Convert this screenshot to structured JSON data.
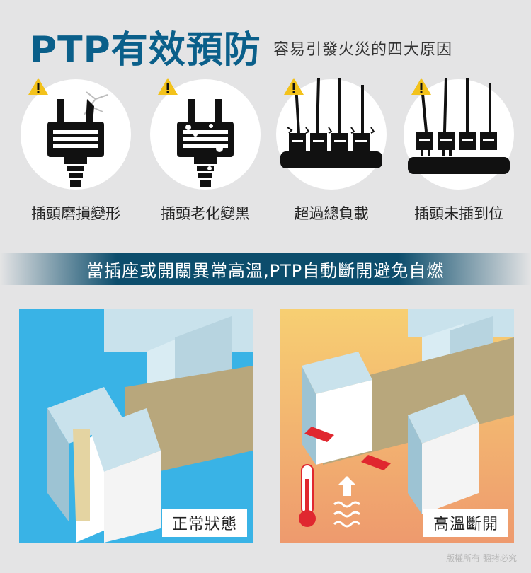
{
  "header": {
    "title": "PTP有效預防",
    "subtitle": "容易引發火災的四大原因"
  },
  "causes": [
    {
      "label": "插頭磨損變形",
      "icon": "plug-cracked-icon"
    },
    {
      "label": "插頭老化變黑",
      "icon": "plug-blackened-icon"
    },
    {
      "label": "超過總負載",
      "icon": "power-strip-overload-icon"
    },
    {
      "label": "插頭未插到位",
      "icon": "plug-loose-icon"
    }
  ],
  "banner": {
    "text": "當插座或開關異常高溫,PTP自動斷開避免自燃"
  },
  "panels": [
    {
      "label": "正常狀態",
      "bg": "#39b3e6"
    },
    {
      "label": "高溫斷開",
      "bg_top": "#f7cf72",
      "bg_bottom": "#ee9a6e"
    }
  ],
  "footer": {
    "copyright": "版權所有 翻拷必究"
  },
  "colors": {
    "title": "#0a5f8a",
    "warning": "#f3c21b",
    "banner": "#0c4d6c",
    "arrow": "#e0272f"
  }
}
